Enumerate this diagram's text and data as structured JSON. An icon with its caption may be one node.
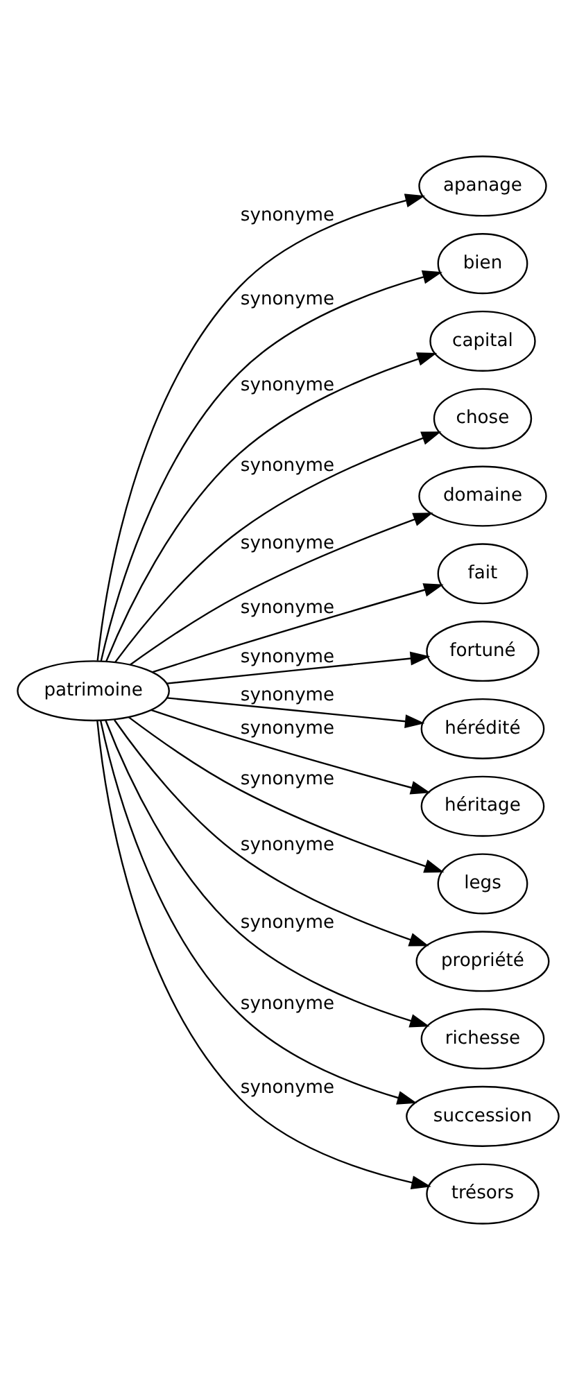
{
  "diagram": {
    "nodes": [
      {
        "text": [
          "patrimoine"
        ]
      },
      {
        "text": [
          "apanage"
        ]
      },
      {
        "text": [
          "bien"
        ]
      },
      {
        "text": [
          "capital"
        ]
      },
      {
        "text": [
          "chose"
        ]
      },
      {
        "text": [
          "domaine"
        ]
      },
      {
        "text": [
          "fait"
        ]
      },
      {
        "text": [
          "fortuné"
        ]
      },
      {
        "text": [
          "hérédité"
        ]
      },
      {
        "text": [
          "héritage"
        ]
      },
      {
        "text": [
          "legs"
        ]
      },
      {
        "text": [
          "propriété"
        ]
      },
      {
        "text": [
          "richesse"
        ]
      },
      {
        "text": [
          "succession"
        ]
      },
      {
        "text": [
          "trésors"
        ]
      }
    ],
    "edges": [
      {
        "from": 0,
        "to": 1,
        "arrow": "to",
        "label": "synonyme"
      },
      {
        "from": 0,
        "to": 2,
        "arrow": "to",
        "label": "synonyme"
      },
      {
        "from": 0,
        "to": 3,
        "arrow": "to",
        "label": "synonyme"
      },
      {
        "from": 0,
        "to": 4,
        "arrow": "to",
        "label": "synonyme"
      },
      {
        "from": 0,
        "to": 5,
        "arrow": "to",
        "label": "synonyme"
      },
      {
        "from": 0,
        "to": 6,
        "arrow": "to",
        "label": "synonyme"
      },
      {
        "from": 0,
        "to": 7,
        "arrow": "to",
        "label": "synonyme"
      },
      {
        "from": 0,
        "to": 8,
        "arrow": "to",
        "label": "synonyme"
      },
      {
        "from": 0,
        "to": 9,
        "arrow": "to",
        "label": "synonyme"
      },
      {
        "from": 0,
        "to": 10,
        "arrow": "to",
        "label": "synonyme"
      },
      {
        "from": 0,
        "to": 11,
        "arrow": "to",
        "label": "synonyme"
      },
      {
        "from": 0,
        "to": 12,
        "arrow": "to",
        "label": "synonyme"
      },
      {
        "from": 0,
        "to": 13,
        "arrow": "to",
        "label": "synonyme"
      },
      {
        "from": 0,
        "to": 14,
        "arrow": "to",
        "label": "synonyme"
      }
    ]
  }
}
